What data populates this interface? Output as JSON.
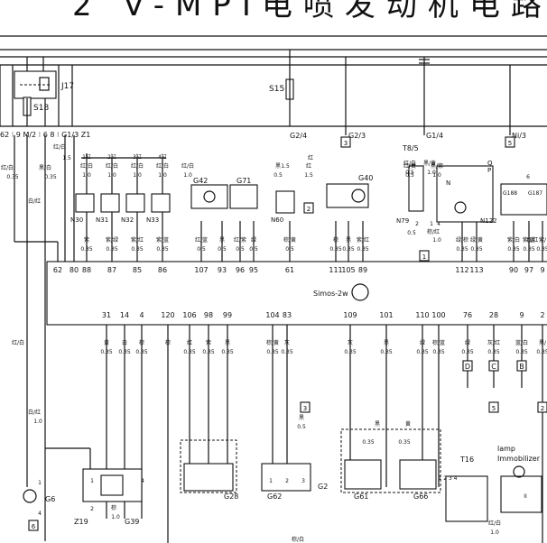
{
  "title": "2 V-MPI电喷发动机电路",
  "labels": {
    "J17": "J17",
    "S18": "S18",
    "S15": "S15",
    "G2_4": "G2/4",
    "G2_3": "G2/3",
    "G1_4": "G1/4",
    "Ni_3": "Ni/3",
    "T8_5": "T8/5",
    "Q": "Q",
    "P": "P",
    "G42": "G42",
    "G71": "G71",
    "G40": "G40",
    "G188": "G188",
    "G187": "G187",
    "N30": "N30",
    "N31": "N31",
    "N32": "N32",
    "N33": "N33",
    "N60": "N60",
    "N79": "N79",
    "N122": "N122",
    "N": "N",
    "ecu": "Simos-2w",
    "Z19": "Z19",
    "G39": "G39",
    "G6": "G6",
    "G28": "G28",
    "G62": "G62",
    "G2": "G2",
    "G61": "G61",
    "G66": "G66",
    "T16": "T16",
    "lamp": "lamp",
    "immobilizer": "Immobilizer"
  },
  "left_group": "62 ⁝ 9 M/2 ⁝ 6 8 ⁝ G1/3 Z1",
  "inj_tags": [
    "1缸",
    "2缸",
    "3缸",
    "4缸"
  ],
  "misc": {
    "l_hb": "红/白",
    "l_15": "1.5",
    "l_15b": "1.5",
    "l_hong": "红",
    "b_rw1": "红/白",
    "b_hb": "黑/白",
    "b_035a": "0.35",
    "b_035b": "0.35",
    "b_bh": "白/红",
    "b_rw2": "红/白",
    "b_bh2": "白/红",
    "b_10": "1.0",
    "g6_1": "1",
    "g6_4": "4",
    "z_2": "2",
    "z_1": "1",
    "g39_4": "4",
    "zong": "棕",
    "zong_10": "1.0",
    "hei": "黑",
    "hei05": "0.5",
    "g2_1": "1",
    "g2_2": "2",
    "g2_3": "3",
    "lz_hb": "棕/白",
    "t16_wire": "红/白",
    "t16_10": "1.0",
    "ii": "II",
    "pins_blk": "1   2    3    4",
    "o1": "红/白",
    "o2": "黑/黄",
    "o3": "0.5",
    "o4": "1.0",
    "o5": "1",
    "o6": "2",
    "o7": "4",
    "o8": "棕/红",
    "o9": "0.5",
    "o10": "1.0",
    "o11": "黑",
    "o12": "黄",
    "o13": "0.35",
    "o14": "0.35",
    "o15": "6",
    "o16": "N/红"
  },
  "connectors": {
    "c3a": "3",
    "c5a": "5",
    "c2a": "2",
    "c1a": "1",
    "c3b": "3",
    "c6": "6",
    "c5b": "5",
    "c2b": "2"
  },
  "top_wires": [
    {
      "color": "红/白",
      "size": "1.0"
    },
    {
      "color": "红/白",
      "size": "1.0"
    },
    {
      "color": "红/白",
      "size": "1.0"
    },
    {
      "color": "红/白",
      "size": "1.0"
    },
    {
      "color": "红/白",
      "size": "1.0"
    },
    {
      "color": "黑",
      "size": "0.5"
    },
    {
      "color": "红",
      "size": "1.5"
    },
    {
      "color": "红/黄",
      "size": "0.5"
    },
    {
      "color": "黑/紫",
      "size": "1.0"
    }
  ],
  "top_pins": [
    "62",
    "80",
    "88",
    "87",
    "85",
    "86",
    "107",
    "93",
    "96",
    "95",
    "61",
    "111",
    "105",
    "89",
    "112",
    "113",
    "90",
    "97",
    "9"
  ],
  "top_wire_labels": [
    {
      "color": "紫",
      "size": "0.35"
    },
    {
      "color": "紫/绿",
      "size": "0.35"
    },
    {
      "color": "紫/红",
      "size": "0.35"
    },
    {
      "color": "紫/蓝",
      "size": "0.35"
    },
    {
      "color": "红/蓝",
      "size": "0.5"
    },
    {
      "color": "黑",
      "size": "0.5"
    },
    {
      "color": "红/紫",
      "size": "0.5"
    },
    {
      "color": "绿",
      "size": "0.5"
    },
    {
      "color": "棕/黄",
      "size": "0.5"
    },
    {
      "color": "棕",
      "size": "0.35"
    },
    {
      "color": "黑",
      "size": "0.35"
    },
    {
      "color": "紫/红",
      "size": "0.35"
    },
    {
      "color": "绿/棕",
      "size": "0.35"
    },
    {
      "color": "绿/黄",
      "size": "0.35"
    },
    {
      "color": "紫/白",
      "size": "0.35"
    },
    {
      "color": "紫/蓝",
      "size": "0.35"
    },
    {
      "color": "紫/",
      "size": "0.35"
    }
  ],
  "bottom_pins": [
    "31",
    "14",
    "4",
    "120",
    "106",
    "98",
    "99",
    "104",
    "83",
    "109",
    "101",
    "110",
    "100",
    "76",
    "28",
    "9",
    "2"
  ],
  "bottom_wire_labels": [
    {
      "color": "黄",
      "size": "0.35"
    },
    {
      "color": "白",
      "size": "0.35"
    },
    {
      "color": "棕",
      "size": "0.35"
    },
    {
      "color": "棕",
      "size": ""
    },
    {
      "color": "红",
      "size": "0.35"
    },
    {
      "color": "紫",
      "size": "0.35"
    },
    {
      "color": "黑",
      "size": "0.35"
    },
    {
      "color": "棕/黄",
      "size": "0.35"
    },
    {
      "color": "灰",
      "size": "0.35"
    },
    {
      "color": "灰",
      "size": "0.35"
    },
    {
      "color": "黑",
      "size": "0.35"
    },
    {
      "color": "绿",
      "size": "0.35"
    },
    {
      "color": "棕/蓝",
      "size": "0.35"
    },
    {
      "color": "绿",
      "size": "0.35"
    },
    {
      "color": "灰/红",
      "size": "0.35"
    },
    {
      "color": "蓝/白",
      "size": "0.35"
    },
    {
      "color": "黑/",
      "size": "0.35"
    }
  ],
  "bottom_tags": [
    "D",
    "C",
    "B"
  ]
}
